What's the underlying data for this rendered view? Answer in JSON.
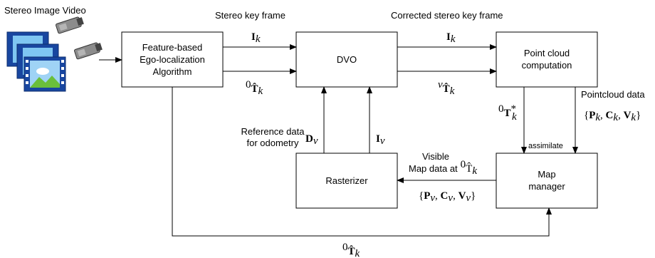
{
  "title": "Stereo Image Video",
  "blocks": {
    "ego": [
      "Feature-based",
      "Ego-localization",
      "Algorithm"
    ],
    "dvo": "DVO",
    "pointcloud": [
      "Point cloud",
      "computation"
    ],
    "rasterizer": "Rasterizer",
    "mapmanager": [
      "Map",
      "manager"
    ]
  },
  "labels": {
    "stereo_key_frame": "Stereo key frame",
    "corrected_stereo_key_frame": "Corrected stereo key frame",
    "pointcloud_data": "Pointcloud data",
    "reference_data": [
      "Reference data",
      "for odometry"
    ],
    "visible_map": [
      "Visible",
      "Map data at"
    ],
    "assimilate": "assimilate"
  },
  "math": {
    "I_k": "I",
    "I_k_sub": "k",
    "T_hat": "T̂",
    "T_star": "T",
    "D_v": "D",
    "I_v": "I",
    "sub_v": "v",
    "sub_k": "k",
    "sup_0": "0",
    "sup_v": "v",
    "sup_star": "*",
    "P": "P",
    "C": "C",
    "V": "V",
    "lbrace": "{",
    "rbrace": "}",
    "comma": ", "
  },
  "colors": {
    "film_blue": "#2a6fd6",
    "film_frame": "#1846a0",
    "sky": "#7fc6f2",
    "hill": "#6abf3b",
    "camera_body": "#8c8c8c"
  }
}
